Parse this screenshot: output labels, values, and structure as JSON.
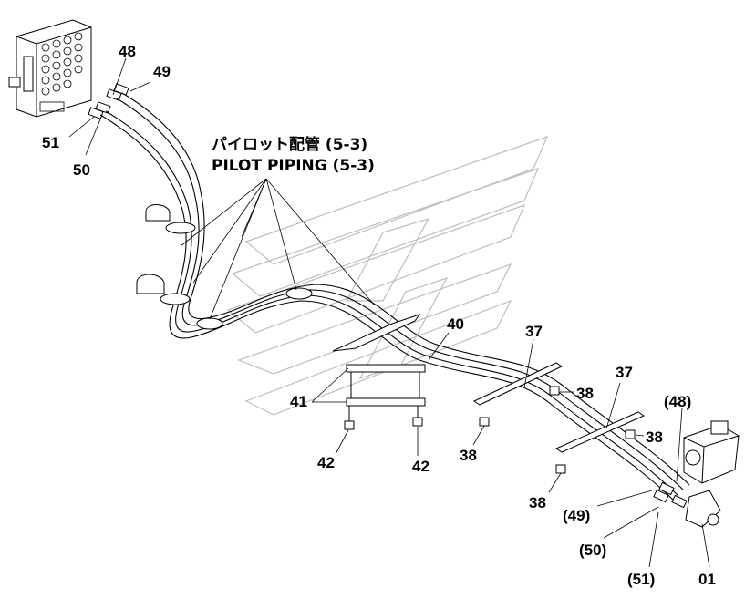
{
  "title_jp": "パイロット配管 (5-3)",
  "title_en": "PILOT PIPING (5-3)",
  "callouts": {
    "p48": "48",
    "p49": "49",
    "p51": "51",
    "p50": "50",
    "p40": "40",
    "p37a": "37",
    "p37b": "37",
    "p38a": "38",
    "p38b": "38",
    "p38c": "38",
    "p38d": "38",
    "p41": "41",
    "p42a": "42",
    "p42b": "42",
    "p48r": "(48)",
    "p49r": "(49)",
    "p50r": "(50)",
    "p51r": "(51)",
    "p01": "01"
  }
}
